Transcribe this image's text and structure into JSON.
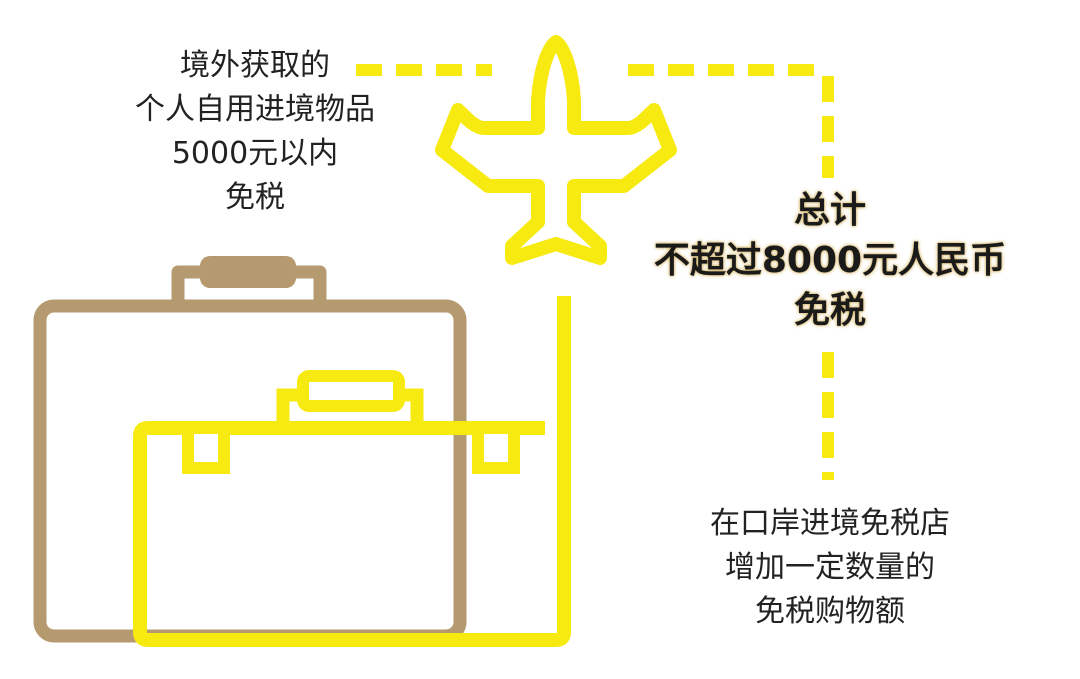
{
  "colors": {
    "yellow": "#F7EA10",
    "bronze": "#B49A6E",
    "text": "#222222",
    "background": "#FFFFFF"
  },
  "icons": [
    "airplane-icon",
    "suitcase-back-icon",
    "suitcase-front-icon"
  ],
  "left_note": {
    "lines": [
      "境外获取的",
      "个人自用进境物品",
      "5000元以内",
      "免税"
    ]
  },
  "total_note": {
    "lines": [
      "总计",
      "不超过8000元人民币",
      "免税"
    ]
  },
  "shop_note": {
    "lines": [
      "在口岸进境免税店",
      "增加一定数量的",
      "免税购物额"
    ]
  }
}
